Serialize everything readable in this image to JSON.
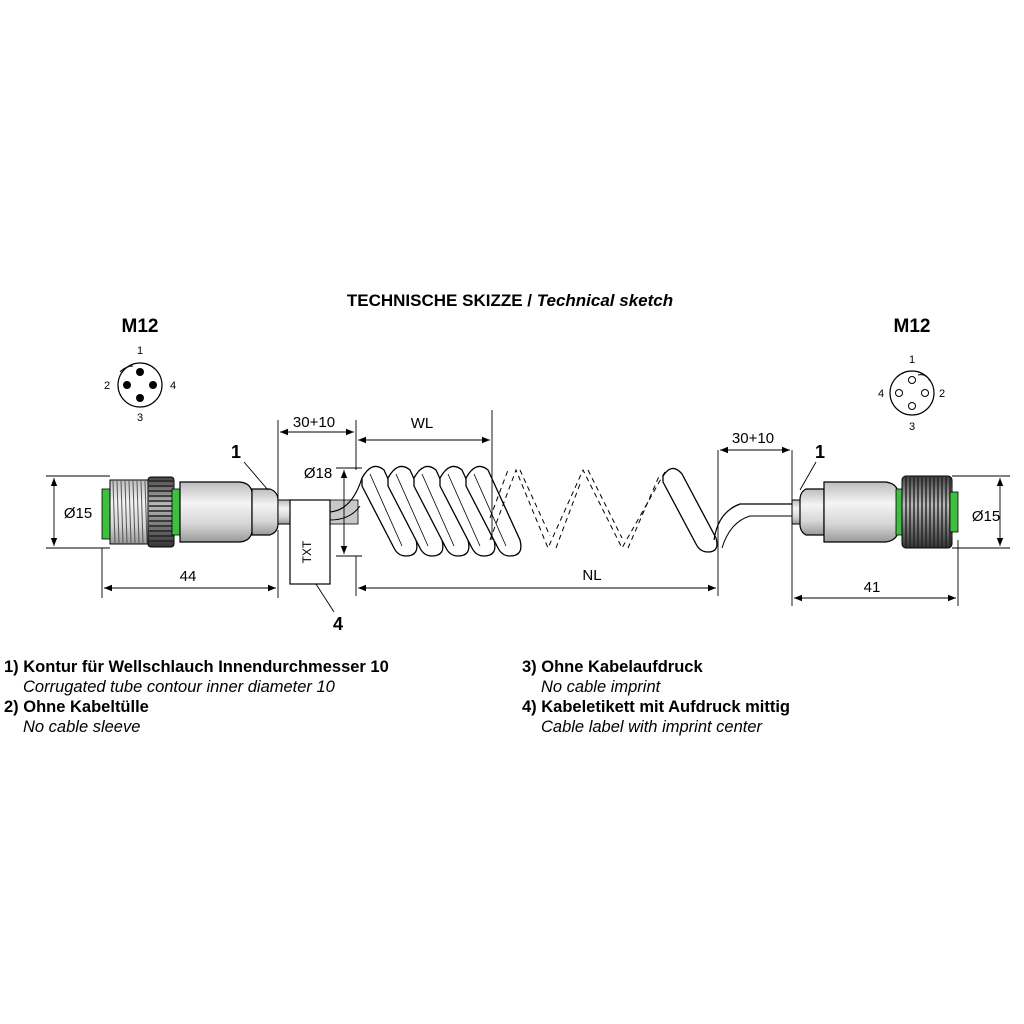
{
  "title": {
    "de": "TECHNISCHE SKIZZE",
    "sep": " / ",
    "en": "Technical sketch"
  },
  "connectors": {
    "left": {
      "type": "M12",
      "pins": [
        "1",
        "2",
        "3",
        "4"
      ]
    },
    "right": {
      "type": "M12",
      "pins": [
        "1",
        "2",
        "3",
        "4"
      ]
    }
  },
  "dimensions": {
    "left_dia": "Ø15",
    "left_len": "44",
    "left_offset": "30+10",
    "coil_dia": "Ø18",
    "wl": "WL",
    "nl": "NL",
    "right_offset": "30+10",
    "right_dia": "Ø15",
    "right_len": "41"
  },
  "callouts": {
    "left_1": "1",
    "right_1": "1",
    "label_4": "4"
  },
  "label_text": "TXT",
  "notes": [
    {
      "de": "1) Kontur für Wellschlauch Innendurchmesser 10",
      "en": "Corrugated tube contour inner diameter 10"
    },
    {
      "de": "2) Ohne Kabeltülle",
      "en": "No cable sleeve"
    },
    {
      "de": "3) Ohne Kabelaufdruck",
      "en": "No cable imprint"
    },
    {
      "de": "4) Kabeletikett mit Aufdruck mittig",
      "en": "Cable label with imprint center"
    }
  ],
  "colors": {
    "seal_green": "#3fbf3f",
    "body_gray": "#d8d8d8",
    "line": "#000000"
  }
}
